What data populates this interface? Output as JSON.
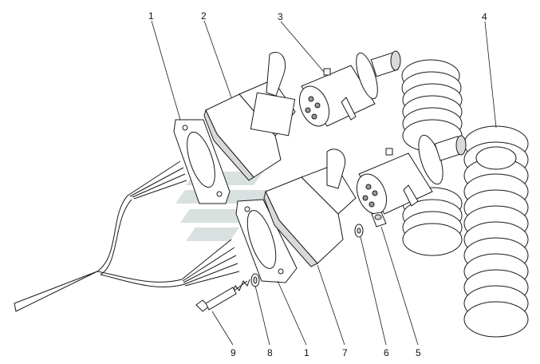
{
  "diagram": {
    "callouts": [
      {
        "id": "c1a",
        "text": "1"
      },
      {
        "id": "c2",
        "text": "2"
      },
      {
        "id": "c3",
        "text": "3"
      },
      {
        "id": "c4",
        "text": "4"
      },
      {
        "id": "c9",
        "text": "9"
      },
      {
        "id": "c8",
        "text": "8"
      },
      {
        "id": "c1b",
        "text": "1"
      },
      {
        "id": "c7",
        "text": "7"
      },
      {
        "id": "c6",
        "text": "6"
      },
      {
        "id": "c5",
        "text": "5"
      }
    ],
    "watermark_color": "#cfd8d8"
  }
}
